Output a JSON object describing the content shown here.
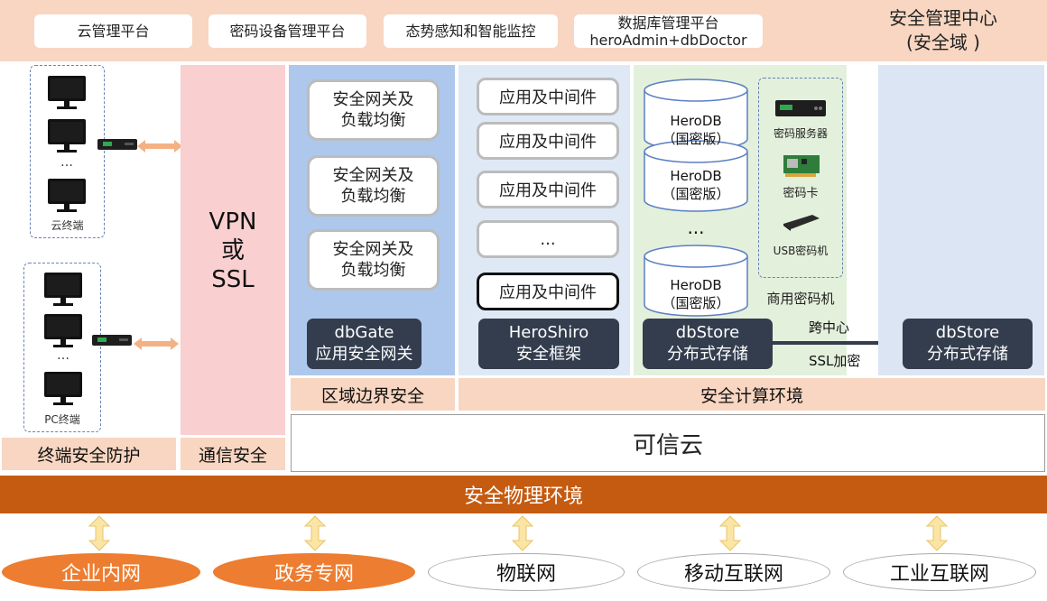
{
  "top": {
    "items": [
      "云管理平台",
      "密码设备管理平台",
      "态势感知和智能监控"
    ],
    "db_platform_line1": "数据库管理平台",
    "db_platform_line2": "heroAdmin+dbDoctor",
    "center_title_line1": "安全管理中心",
    "center_title_line2": "(安全域 )"
  },
  "terminals": {
    "cloud_label": "云终端",
    "pc_label": "PC终端",
    "ellipsis": "…",
    "section_label": "终端安全防护"
  },
  "comm": {
    "vpn_line1": "VPN",
    "vpn_line2": "或",
    "vpn_line3": "SSL",
    "section_label": "通信安全"
  },
  "gateway": {
    "boxes": [
      "安全网关及\n负载均衡",
      "安全网关及\n负载均衡",
      "安全网关及\n负载均衡"
    ],
    "name": "dbGate",
    "desc": "应用安全网关",
    "section_label": "区域边界安全"
  },
  "middleware": {
    "boxes": [
      "应用及中间件",
      "应用及中间件",
      "应用及中间件",
      "...",
      "应用及中间件"
    ],
    "name": "HeroShiro",
    "desc": "安全框架"
  },
  "storage": {
    "cylinders": [
      "HeroDB\n（国密版）",
      "HeroDB\n（国密版）",
      "HeroDB\n（国密版）"
    ],
    "ellipsis": "...",
    "name": "dbStore",
    "desc": "分布式存储",
    "hardware": [
      "密码服务器",
      "密码卡",
      "USB密码机"
    ],
    "hardware_group_label": "商用密码机",
    "link_top": "跨中心",
    "link_bottom": "SSL加密",
    "remote_name": "dbStore",
    "remote_desc": "分布式存储",
    "section_label": "安全计算环境"
  },
  "trusted_cloud": "可信云",
  "physical_env": "安全物理环境",
  "networks": [
    {
      "label": "企业内网",
      "highlight": true
    },
    {
      "label": "政务专网",
      "highlight": true
    },
    {
      "label": "物联网",
      "highlight": false
    },
    {
      "label": "移动互联网",
      "highlight": false
    },
    {
      "label": "工业互联网",
      "highlight": false
    }
  ],
  "colors": {
    "peach": "#f8d6c1",
    "pink": "#f9cfd0",
    "dark_box": "#333d4e",
    "orange": "#c55b11",
    "ellipse_orange": "#ed7d31",
    "arrow_fill": "#fbe5a5",
    "double_arrow": "#f4b183"
  }
}
